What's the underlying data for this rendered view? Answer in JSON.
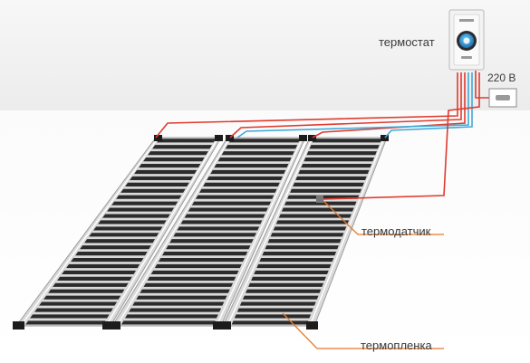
{
  "labels": {
    "thermostat": "термостат",
    "voltage": "220 В",
    "sensor": "термодатчик",
    "film": "термопленка"
  },
  "colors": {
    "red_wire": "#e03a2e",
    "blue_wire": "#3fa9d8",
    "callout_line": "#e8782a",
    "film_dark": "#2b2b2b",
    "label_text": "#3a3a3a"
  },
  "icons": [
    "thermostat-device-icon",
    "power-socket-icon",
    "temperature-sensor-icon"
  ]
}
